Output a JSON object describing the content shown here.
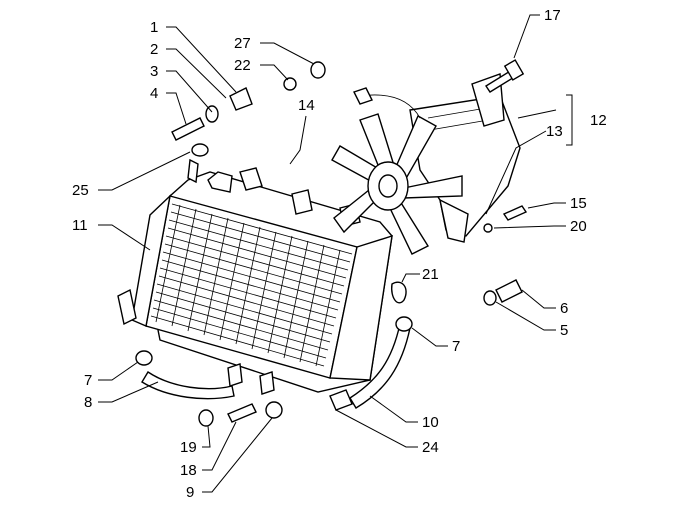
{
  "callouts": [
    {
      "id": "c1",
      "text": "1"
    },
    {
      "id": "c2",
      "text": "2"
    },
    {
      "id": "c3",
      "text": "3"
    },
    {
      "id": "c4",
      "text": "4"
    },
    {
      "id": "c27",
      "text": "27"
    },
    {
      "id": "c22",
      "text": "22"
    },
    {
      "id": "c14",
      "text": "14"
    },
    {
      "id": "c17",
      "text": "17"
    },
    {
      "id": "c12",
      "text": "12"
    },
    {
      "id": "c13",
      "text": "13"
    },
    {
      "id": "c25",
      "text": "25"
    },
    {
      "id": "c11",
      "text": "11"
    },
    {
      "id": "c15",
      "text": "15"
    },
    {
      "id": "c20",
      "text": "20"
    },
    {
      "id": "c21",
      "text": "21"
    },
    {
      "id": "c6",
      "text": "6"
    },
    {
      "id": "c5",
      "text": "5"
    },
    {
      "id": "c7r",
      "text": "7"
    },
    {
      "id": "c7l",
      "text": "7"
    },
    {
      "id": "c8",
      "text": "8"
    },
    {
      "id": "c10",
      "text": "10"
    },
    {
      "id": "c24",
      "text": "24"
    },
    {
      "id": "c19",
      "text": "19"
    },
    {
      "id": "c18",
      "text": "18"
    },
    {
      "id": "c9",
      "text": "9"
    }
  ]
}
